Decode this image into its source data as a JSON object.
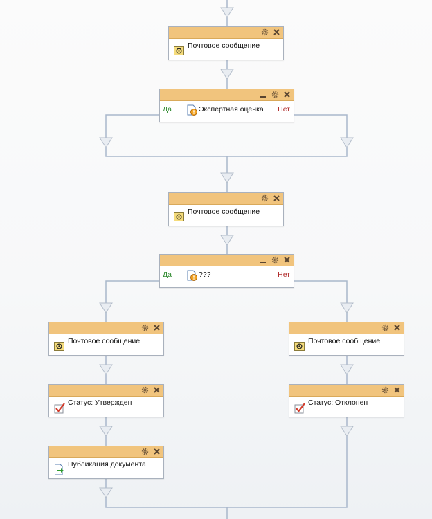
{
  "nodes": {
    "mail_1": {
      "title": "Почтовое сообщение",
      "icon": "mail-icon"
    },
    "condition_1": {
      "title": "Экспертная оценка",
      "icon": "expert-review-icon",
      "yes": "Да",
      "no": "Нет"
    },
    "mail_2": {
      "title": "Почтовое сообщение",
      "icon": "mail-icon"
    },
    "condition_2": {
      "title": "???",
      "icon": "expert-review-icon",
      "yes": "Да",
      "no": "Нет"
    },
    "mail_left": {
      "title": "Почтовое сообщение",
      "icon": "mail-icon"
    },
    "mail_right": {
      "title": "Почтовое сообщение",
      "icon": "mail-icon"
    },
    "status_approved": {
      "title": "Статус: Утвержден",
      "icon": "status-check-icon"
    },
    "status_rejected": {
      "title": "Статус: Отклонен",
      "icon": "status-check-icon"
    },
    "publish": {
      "title": "Публикация документа",
      "icon": "publish-document-icon"
    }
  },
  "colors": {
    "header": "#f1c47d",
    "connector": "#a9b7cb",
    "yes": "#2f8a2f",
    "no": "#b02a2a"
  }
}
